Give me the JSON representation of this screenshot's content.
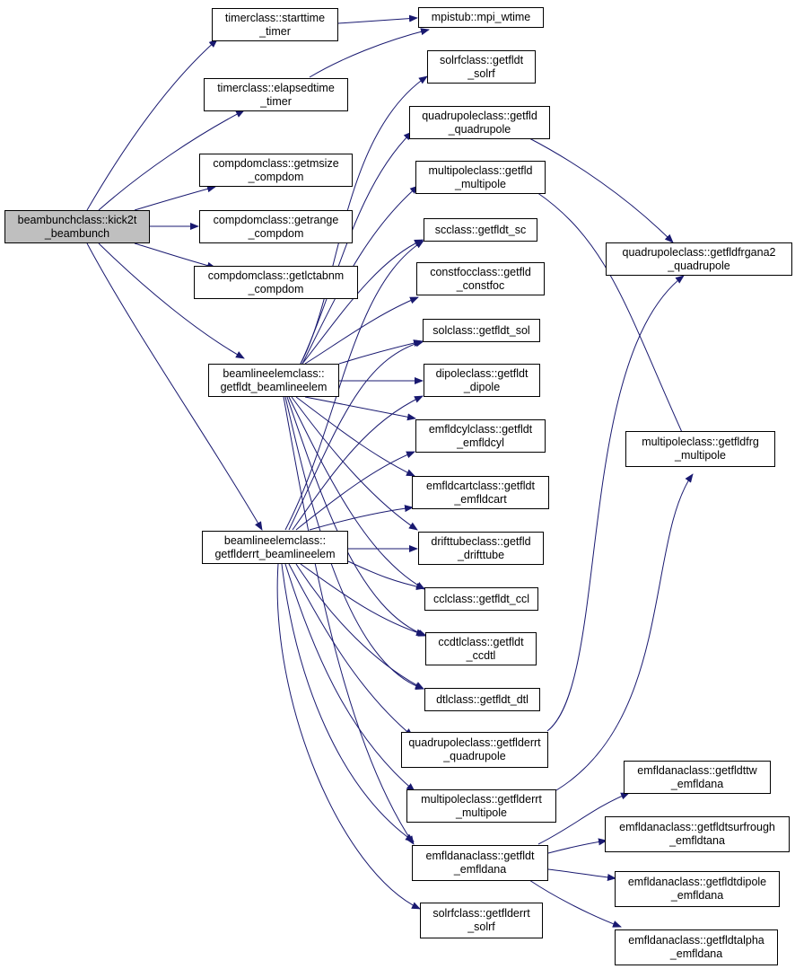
{
  "colors": {
    "edge": "#191970",
    "root_fill": "#bfbfbf",
    "node_fill": "#ffffff",
    "border": "#000000"
  },
  "nodes": {
    "kick2t": [
      "beambunchclass::kick2t",
      "_beambunch"
    ],
    "starttime": [
      "timerclass::starttime",
      "_timer"
    ],
    "mpi_wtime": [
      "mpistub::mpi_wtime"
    ],
    "elapsedtime": [
      "timerclass::elapsedtime",
      "_timer"
    ],
    "getmsize": [
      "compdomclass::getmsize",
      "_compdom"
    ],
    "getrange": [
      "compdomclass::getrange",
      "_compdom"
    ],
    "getlctabnm": [
      "compdomclass::getlctabnm",
      "_compdom"
    ],
    "getfldt_ble": [
      "beamlineelemclass::",
      "getfldt_beamlineelem"
    ],
    "getflderrt_ble": [
      "beamlineelemclass::",
      "getflderrt_beamlineelem"
    ],
    "solrf_getfldt": [
      "solrfclass::getfldt",
      "_solrf"
    ],
    "quad_getfld": [
      "quadrupoleclass::getfld",
      "_quadrupole"
    ],
    "multi_getfld": [
      "multipoleclass::getfld",
      "_multipole"
    ],
    "sc_getfldt": [
      "scclass::getfldt_sc"
    ],
    "constfoc_getfld": [
      "constfocclass::getfld",
      "_constfoc"
    ],
    "sol_getfldt": [
      "solclass::getfldt_sol"
    ],
    "dipole_getfldt": [
      "dipoleclass::getfldt",
      "_dipole"
    ],
    "emfldcyl_getfldt": [
      "emfldcylclass::getfldt",
      "_emfldcyl"
    ],
    "emfldcart_getfldt": [
      "emfldcartclass::getfldt",
      "_emfldcart"
    ],
    "drifttube_getfld": [
      "drifttubeclass::getfld",
      "_drifttube"
    ],
    "ccl_getfldt": [
      "cclclass::getfldt_ccl"
    ],
    "ccdtl_getfldt": [
      "ccdtlclass::getfldt",
      "_ccdtl"
    ],
    "dtl_getfldt": [
      "dtlclass::getfldt_dtl"
    ],
    "quad_getflderrt": [
      "quadrupoleclass::getflderrt",
      "_quadrupole"
    ],
    "multi_getflderrt": [
      "multipoleclass::getflderrt",
      "_multipole"
    ],
    "emfldana_getfldt": [
      "emfldanaclass::getfldt",
      "_emfldana"
    ],
    "solrf_getflderrt": [
      "solrfclass::getflderrt",
      "_solrf"
    ],
    "quad_frgana2": [
      "quadrupoleclass::getfldfrgana2",
      "_quadrupole"
    ],
    "multi_frg": [
      "multipoleclass::getfldfrg",
      "_multipole"
    ],
    "ana_ttw": [
      "emfldanaclass::getfldttw",
      "_emfldana"
    ],
    "ana_surfrough": [
      "emfldanaclass::getfldtsurfrough",
      "_emfldtana"
    ],
    "ana_dipole": [
      "emfldanaclass::getfldtdipole",
      "_emfldana"
    ],
    "ana_alpha": [
      "emfldanaclass::getfldtalpha",
      "_emfldana"
    ]
  }
}
